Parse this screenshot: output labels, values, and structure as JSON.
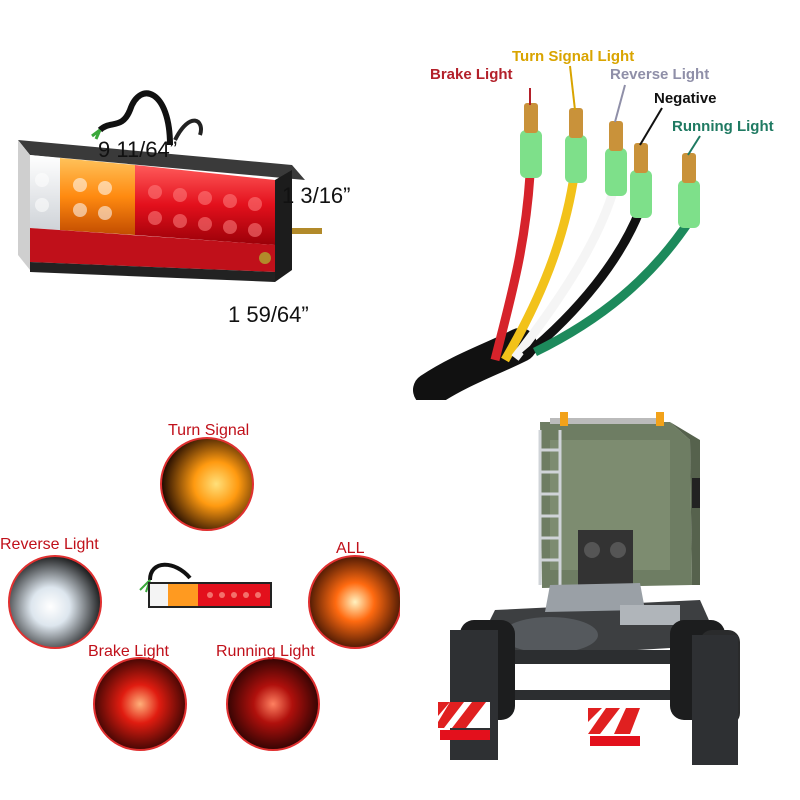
{
  "dimensions": {
    "length": "9 11/64”",
    "height": "1 3/16”",
    "depth": "1 59/64”"
  },
  "wires": {
    "brake": {
      "label": "Brake Light",
      "color": "#b3202a"
    },
    "turn": {
      "label": "Turn Signal Light",
      "color": "#d9a400"
    },
    "reverse": {
      "label": "Reverse Light",
      "color": "#8f8fa8"
    },
    "negative": {
      "label": "Negative",
      "color": "#111111"
    },
    "running": {
      "label": "Running Light",
      "color": "#1f7a62"
    }
  },
  "modes": {
    "turn": "Turn Signal",
    "reverse": "Reverse Light",
    "all": "ALL",
    "brake": "Brake Light",
    "running": "Running Light"
  }
}
